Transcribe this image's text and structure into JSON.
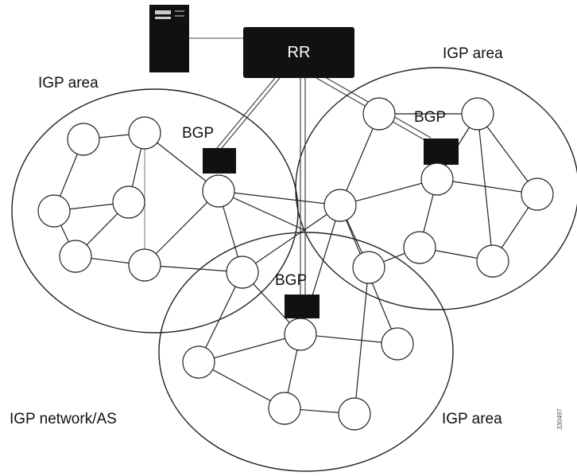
{
  "labels": {
    "rr": "RR",
    "bgp_top_left": "BGP",
    "bgp_top_right": "BGP",
    "bgp_bottom": "BGP",
    "area_left": "IGP area",
    "area_right": "IGP area",
    "area_bottom": "IGP area",
    "network": "IGP network/AS",
    "figure_id": "330497"
  }
}
